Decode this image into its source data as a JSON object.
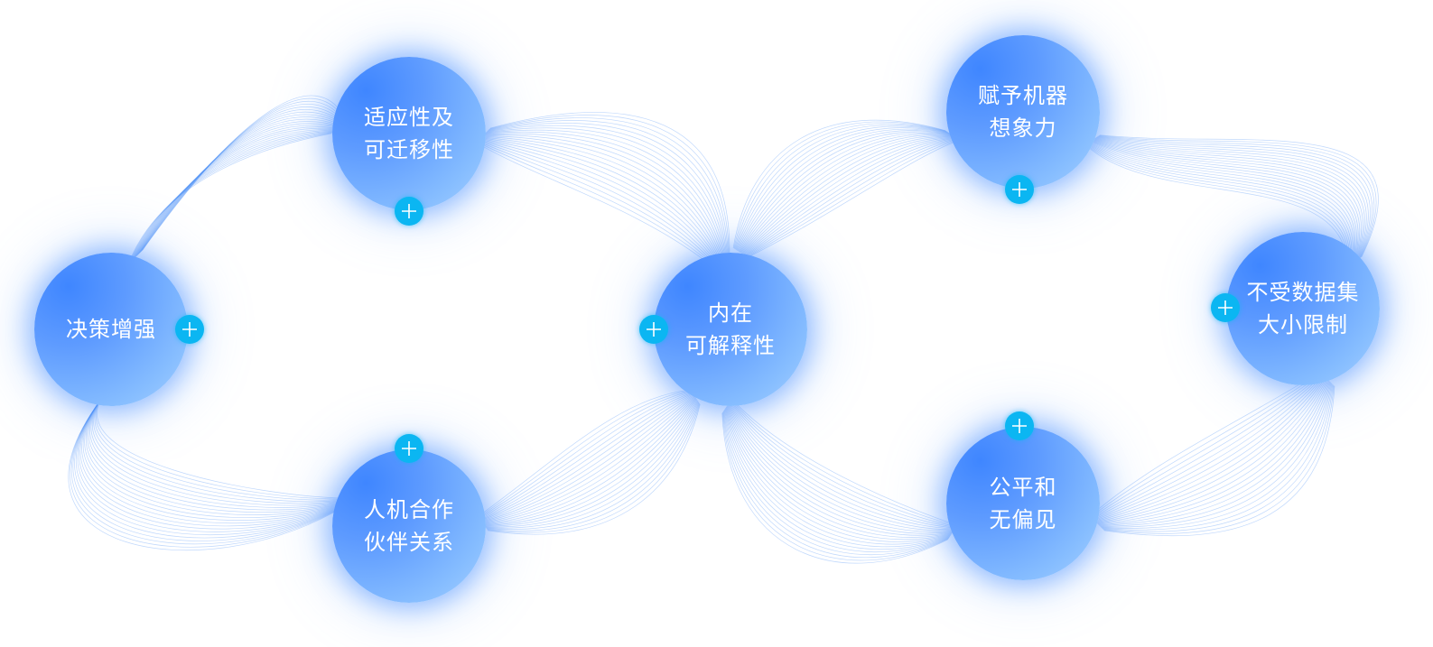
{
  "colors": {
    "node_gradient_dark": "#3f86ff",
    "node_gradient_light": "#a6d0ff",
    "node_text": "#ffffff",
    "plus_button": "#0bb6f2",
    "ribbon": "#4a90f5"
  },
  "nodes": [
    {
      "id": "decision",
      "label": "决策增强"
    },
    {
      "id": "adaptability",
      "label": "适应性及\n可迁移性"
    },
    {
      "id": "collaboration",
      "label": "人机合作\n伙伴关系"
    },
    {
      "id": "interpretability",
      "label": "内在\n可解释性"
    },
    {
      "id": "imagination",
      "label": "赋予机器\n想象力"
    },
    {
      "id": "fairness",
      "label": "公平和\n无偏见"
    },
    {
      "id": "dataset",
      "label": "不受数据集\n大小限制"
    }
  ],
  "plus_icon": "plus-icon"
}
